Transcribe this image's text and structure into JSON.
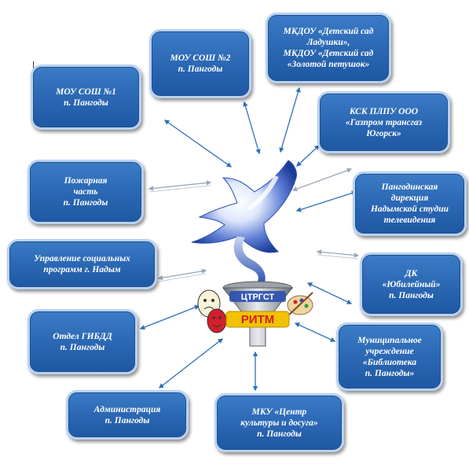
{
  "boxes": {
    "sosh1": [
      "МОУ СОШ №1",
      "п. Пангоды"
    ],
    "sosh2": [
      "МОУ СОШ №2",
      "п. Пангоды"
    ],
    "mkdou": [
      "МКДОУ «Детский сад",
      "Ладушки»,",
      "МКДОУ «Детский сад",
      "«Золотой петушок»"
    ],
    "ksk": [
      "КСК ПЛПУ ООО",
      "«Газпром трансгаз",
      "Югорск»"
    ],
    "fire": [
      "Пожарная",
      "часть",
      "п. Пангоды"
    ],
    "pangodinskaya": [
      "Пангодинская",
      "дирекция",
      "Надымской студии",
      "телевидения"
    ],
    "social": [
      "Управление социальных",
      "программ г. Надым"
    ],
    "dk": [
      "ДК",
      "«Юбилейный»",
      "п. Пангоды"
    ],
    "gibdd": [
      "Отдел ГИБДД",
      "п. Пангоды"
    ],
    "library": [
      "Муниципальное",
      "учреждение",
      "«Библиотека",
      "п. Пангоды»"
    ],
    "admin": [
      "Администрация",
      "п. Пангоды"
    ],
    "mku": [
      "МКУ «Центр",
      "культуры и досуга»",
      "п. Пангоды"
    ]
  },
  "logo": {
    "top_text": "ЦТРГСТ",
    "bottom_text": "РИТМ"
  },
  "colors": {
    "box_fill": "#2a66b2",
    "box_border": "#b9d2ee",
    "box_text": "#ffffff",
    "arrow_blue": "#2f6fb8",
    "arrow_gray": "#9aa8b8",
    "dove": "#2b4fb0",
    "logo_yellow": "#f2c200",
    "logo_red": "#d1202b"
  }
}
